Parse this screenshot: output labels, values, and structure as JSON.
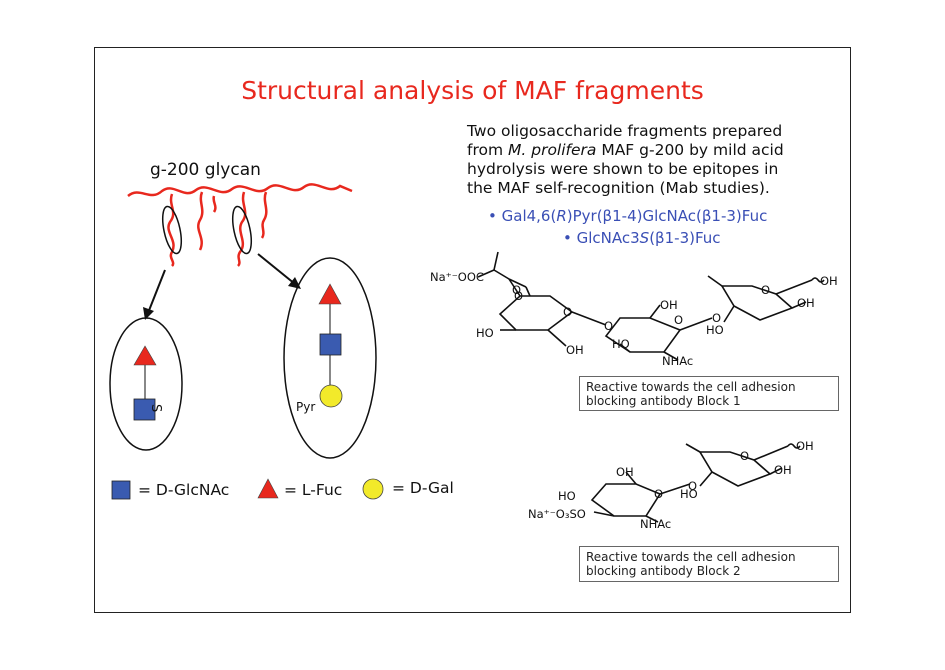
{
  "title": "Structural analysis of MAF fragments",
  "description": {
    "line1": "Two oligosaccharide fragments prepared",
    "line2_pre": "from ",
    "line2_italic": "M. prolifera",
    "line2_post": " MAF g-200 by mild acid",
    "line3": "hydrolysis were shown to be epitopes in",
    "line4": "the MAF self-recognition (Mab studies)."
  },
  "bullets": {
    "b1_pre": "Gal4,6(",
    "b1_italic": "R",
    "b1_post": ")Pyr(β1-4)GlcNAc(β1-3)Fuc",
    "b2_pre": "GlcNAc3",
    "b2_italic": "S",
    "b2_post": "(β1-3)Fuc"
  },
  "glycan_label": "g-200 glycan",
  "fragment_labels": {
    "sulfate": "S",
    "pyruvate": "Pyr"
  },
  "legend": {
    "glcnac": "= D-GlcNAc",
    "fuc": "= L-Fuc",
    "gal": "= D-Gal"
  },
  "structure1_labels": {
    "naooc": "Na⁺⁻OOC",
    "oh": "OH",
    "ho": "HO",
    "o": "O",
    "nhac": "NHAc"
  },
  "structure2_labels": {
    "naso": "Na⁺⁻O₃SO",
    "oh": "OH",
    "ho": "HO",
    "o": "O",
    "nhac": "NHAc"
  },
  "box1": {
    "line1": "Reactive towards the cell adhesion",
    "line2": "blocking antibody Block 1"
  },
  "box2": {
    "line1": "Reactive towards the cell adhesion",
    "line2": "blocking antibody Block 2"
  },
  "colors": {
    "title": "#e8281e",
    "bullets": "#3a4fb5",
    "glcnac": "#3a5bb0",
    "fuc": "#e8281e",
    "gal": "#f2ea2a",
    "chain": "#e8281e"
  }
}
